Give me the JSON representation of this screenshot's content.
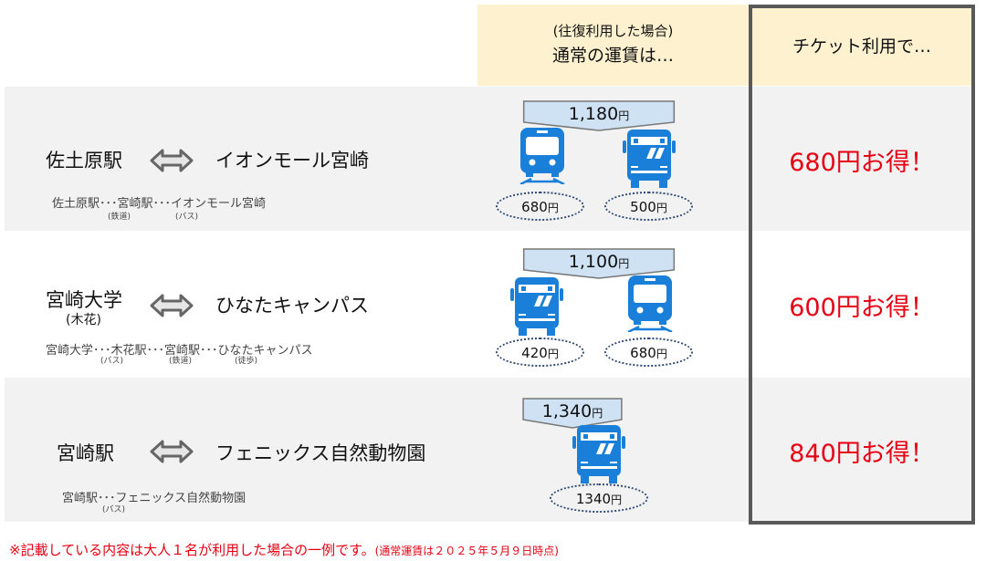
{
  "header": {
    "fare_sub": "(往復利用した場合)",
    "fare_main": "通常の運賃は…",
    "ticket": "チケット利用で…"
  },
  "colors": {
    "accent_red": "#e60012",
    "icon_blue": "#1a7fd9",
    "header_bg": "#fdf1cf"
  },
  "rows": [
    {
      "from": "佐土原駅",
      "to": "イオンモール宮崎",
      "route": "佐土原駅･･･宮崎駅･･･イオンモール宮崎",
      "notes": [
        "(鉄道)",
        "(バス)"
      ],
      "total": "1,180",
      "yen": "円",
      "legs": [
        {
          "mode": "train-icon",
          "fare": "680"
        },
        {
          "mode": "bus-icon",
          "fare": "500"
        }
      ],
      "saving": "680円お得！"
    },
    {
      "from": "宮崎大学",
      "from_sub": "(木花)",
      "to": "ひなたキャンパス",
      "route": "宮崎大学･･･木花駅･･･宮崎駅･･･ひなたキャンパス",
      "notes": [
        "(バス)",
        "(鉄道)",
        "(徒歩)"
      ],
      "total": "1,100",
      "yen": "円",
      "legs": [
        {
          "mode": "bus-icon",
          "fare": "420"
        },
        {
          "mode": "train-icon",
          "fare": "680"
        }
      ],
      "saving": "600円お得！"
    },
    {
      "from": "宮崎駅",
      "to": "フェニックス自然動物園",
      "route": "宮崎駅･･･フェニックス自然動物園",
      "notes": [
        "(バス)"
      ],
      "total": "1,340",
      "yen": "円",
      "legs": [
        {
          "mode": "bus-icon",
          "fare": "1340"
        }
      ],
      "saving": "840円お得！"
    }
  ],
  "footnote": {
    "main": "※記載している内容は大人１名が利用した場合の一例です。",
    "small": "(通常運賃は２０２５年５月９日時点)"
  }
}
